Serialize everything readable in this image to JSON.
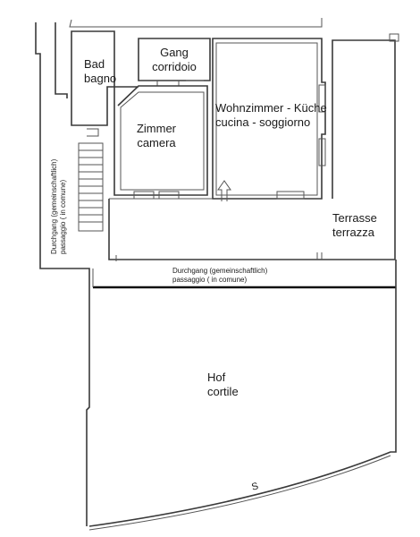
{
  "rooms": {
    "bathroom": {
      "de": "Bad",
      "it": "bagno"
    },
    "corridor": {
      "de": "Gang",
      "it": "corridoio"
    },
    "bedroom": {
      "de": "Zimmer",
      "it": "camera"
    },
    "living": {
      "de": "Wohnzimmer - Küche",
      "it": "cucina - soggiorno"
    },
    "terrace": {
      "de": "Terrasse",
      "it": "terrazza"
    },
    "courtyard": {
      "de": "Hof",
      "it": "cortile"
    }
  },
  "passages": {
    "horizontal": {
      "de": "Durchgang (gemeinschaftlich)",
      "it": "passaggio ( in comune)"
    },
    "vertical": {
      "de": "Durchgang (gemeinschaftlich)",
      "it": "passaggio ( in comune)"
    }
  },
  "marks": {
    "curve_symbol": "S"
  }
}
